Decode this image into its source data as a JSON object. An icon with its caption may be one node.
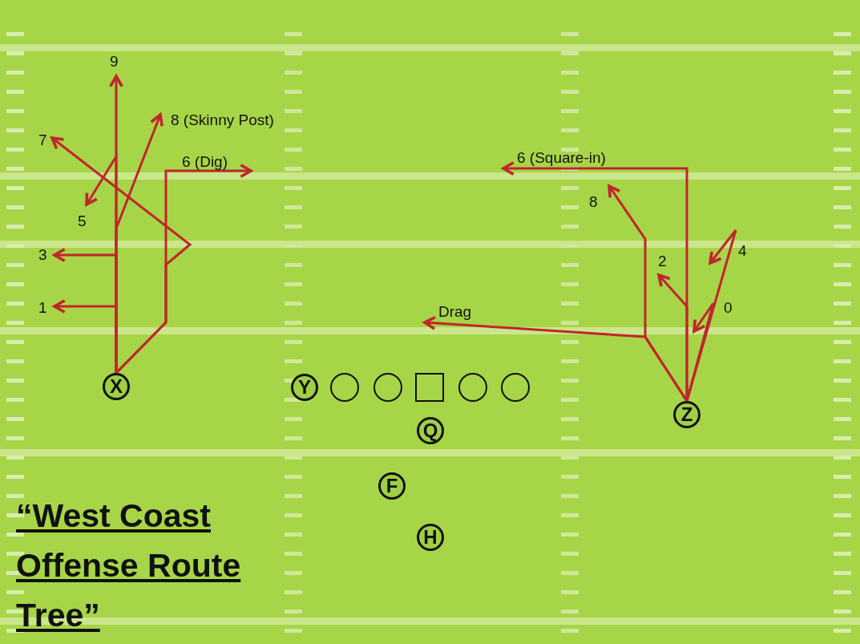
{
  "diagram": {
    "title": "“West Coast Offense Route Tree”",
    "nodes": [
      {
        "text": [
          "X"
        ]
      },
      {
        "text": [
          "Y"
        ]
      },
      {
        "text": [],
        "shape": "circle"
      },
      {
        "text": [],
        "shape": "circle"
      },
      {
        "text": [],
        "shape": "box"
      },
      {
        "text": [],
        "shape": "circle"
      },
      {
        "text": [],
        "shape": "circle"
      },
      {
        "text": [
          "Z"
        ]
      },
      {
        "text": [
          "Q"
        ]
      },
      {
        "text": [
          "F"
        ]
      },
      {
        "text": [
          "H"
        ]
      }
    ],
    "edges": [
      {
        "from": 0,
        "to": null,
        "arrow": "to",
        "label": "9"
      },
      {
        "from": 0,
        "to": null,
        "arrow": "to",
        "label": "8 (Skinny Post)"
      },
      {
        "from": 0,
        "to": null,
        "arrow": "to",
        "label": "7"
      },
      {
        "from": 0,
        "to": null,
        "arrow": "to",
        "label": "6 (Dig)"
      },
      {
        "from": 0,
        "to": null,
        "arrow": "to",
        "label": "5"
      },
      {
        "from": 0,
        "to": null,
        "arrow": "to",
        "label": "3"
      },
      {
        "from": 0,
        "to": null,
        "arrow": "to",
        "label": "1"
      },
      {
        "from": 7,
        "to": null,
        "arrow": "to",
        "label": "6 (Square-in)"
      },
      {
        "from": 7,
        "to": null,
        "arrow": "to",
        "label": "8"
      },
      {
        "from": 7,
        "to": null,
        "arrow": "to",
        "label": "2"
      },
      {
        "from": 7,
        "to": null,
        "arrow": "to",
        "label": "4"
      },
      {
        "from": 7,
        "to": null,
        "arrow": "to",
        "label": "0"
      },
      {
        "from": 7,
        "to": null,
        "arrow": "to",
        "label": "Drag"
      }
    ]
  }
}
